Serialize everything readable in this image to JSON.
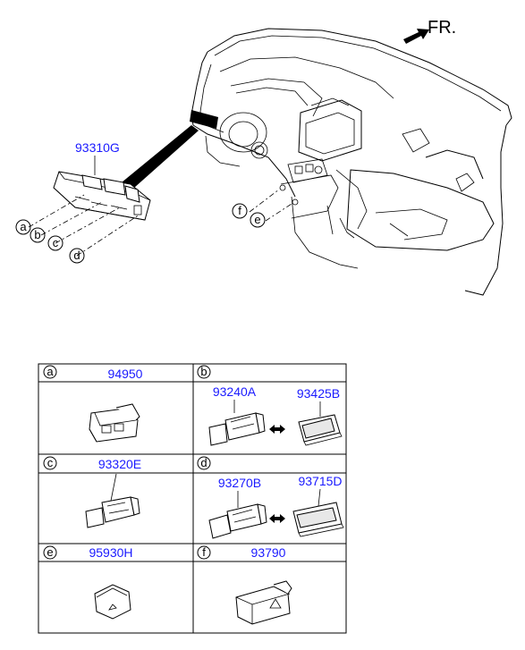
{
  "direction_label": "FR.",
  "overview": {
    "main_part_no": "93310G",
    "callouts": [
      "a",
      "b",
      "c",
      "d"
    ],
    "callouts_right": [
      "f",
      "e"
    ]
  },
  "table": {
    "cells": [
      {
        "letter": "a",
        "parts": [
          "94950"
        ]
      },
      {
        "letter": "b",
        "parts": [
          "93240A",
          "93425B"
        ]
      },
      {
        "letter": "c",
        "parts": [
          "93320E"
        ]
      },
      {
        "letter": "d",
        "parts": [
          "93270B",
          "93715D"
        ]
      },
      {
        "letter": "e",
        "parts": [
          "95930H"
        ]
      },
      {
        "letter": "f",
        "parts": [
          "93790"
        ]
      }
    ]
  }
}
